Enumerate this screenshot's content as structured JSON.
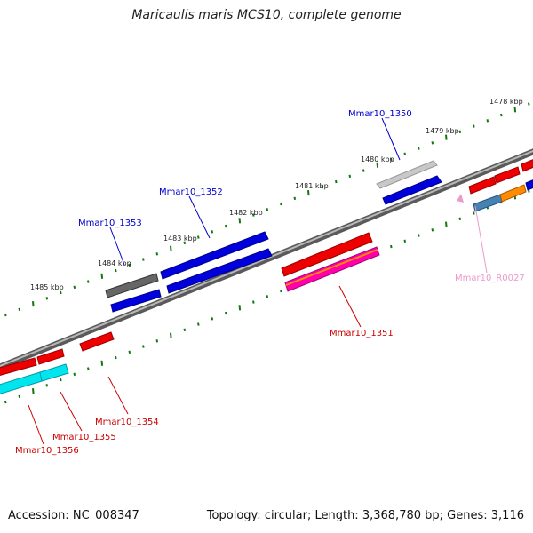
{
  "title": "Maricaulis maris MCS10, complete genome",
  "footer": {
    "accession_label": "Accession:",
    "accession": "NC_008347",
    "topology_label": "Topology:",
    "topology": "circular",
    "length_label": "Length:",
    "length": "3,368,780 bp",
    "genes_label": "Genes:",
    "genes": "3,116"
  },
  "scale_labels": [
    "1478 kbp",
    "1479 kbp",
    "1480 kbp",
    "1481 kbp",
    "1482 kbp",
    "1483 kbp",
    "1484 kbp",
    "1485 kbp"
  ],
  "gene_labels": [
    "Mmar10_1350",
    "Mmar10_1352",
    "Mmar10_1353",
    "Mmar10_R0027",
    "Mmar10_1351",
    "Mmar10_1354",
    "Mmar10_1355",
    "Mmar10_1356"
  ],
  "colors": {
    "blue": "#0000dd",
    "red": "#ee0000",
    "cyan": "#00e5ee",
    "gray": "#c4c4c4",
    "darkgray": "#666666",
    "pink": "#ee99cc",
    "orange": "#ff8c00",
    "steelblue": "#4682b4",
    "magenta": "#ff00aa",
    "tick_green": "#117711",
    "backbone": "#888888"
  }
}
